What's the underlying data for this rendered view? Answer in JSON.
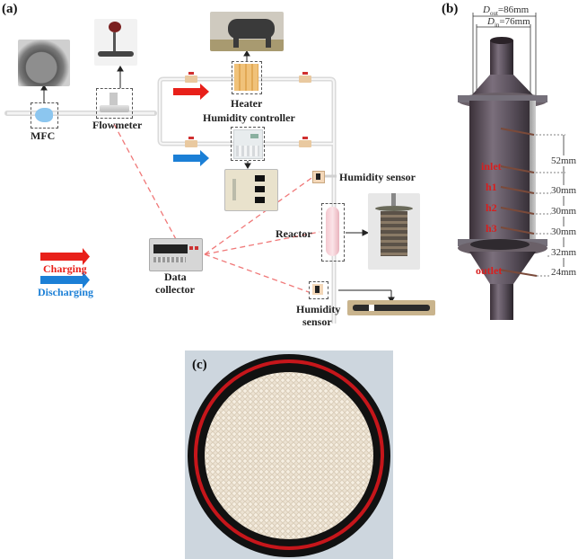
{
  "panel_a": {
    "label": "(a)",
    "components": {
      "mfc": "MFC",
      "flowmeter": "Flowmeter",
      "heater": "Heater",
      "humidity_controller": "Humidity controller",
      "humidity_sensor_top": "Humidity sensor",
      "reactor": "Reactor",
      "data_collector_line1": "Data",
      "data_collector_line2": "collector",
      "humidity_sensor_bottom_line1": "Humidity",
      "humidity_sensor_bottom_line2": "sensor"
    },
    "legend": [
      {
        "label": "Charging",
        "color": "#e8201a",
        "icon": "right-arrow-icon"
      },
      {
        "label": "Discharging",
        "color": "#1b7fd6",
        "icon": "right-arrow-icon"
      }
    ],
    "colors": {
      "charging": "#e8201a",
      "discharging": "#1b7fd6",
      "signal_line": "#f08080",
      "pipe": "#d8d8d8"
    }
  },
  "panel_b": {
    "label": "(b)",
    "outer_diameter": "D",
    "outer_diameter_sub": "out",
    "outer_diameter_value": "=86mm",
    "inner_diameter": "D",
    "inner_diameter_sub": "in",
    "inner_diameter_value": "=76mm",
    "probes": [
      "inlet",
      "h1",
      "h2",
      "h3",
      "outlet"
    ],
    "spacings": [
      "52mm",
      "30mm",
      "30mm",
      "30mm",
      "32mm",
      "24mm"
    ]
  },
  "panel_c": {
    "label": "(c)"
  }
}
